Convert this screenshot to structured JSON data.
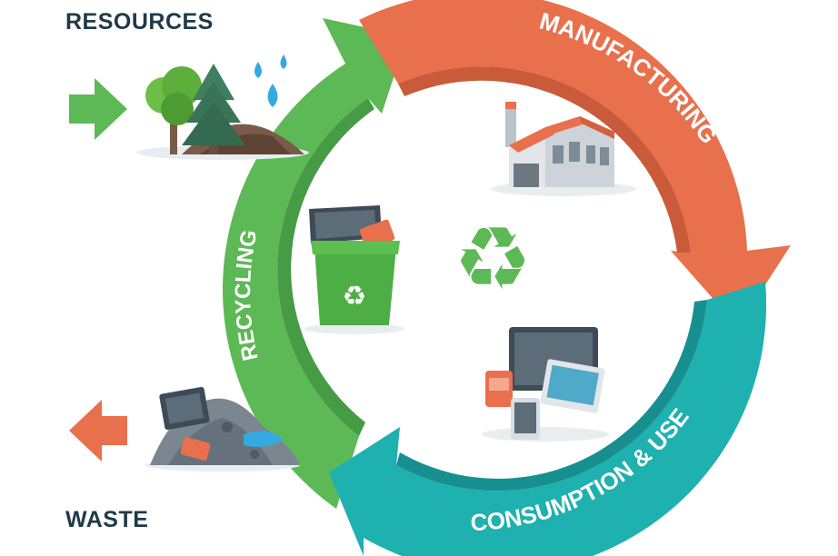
{
  "labels": {
    "resources": "RESOURCES",
    "waste": "WASTE",
    "manufacturing": "MANUFACTURING",
    "consumption": "CONSUMPTION & USE",
    "recycling": "RECYCLING"
  },
  "colors": {
    "manufacturing": "#E8704C",
    "manufacturing_dark": "#C95A3A",
    "consumption": "#1FB0B0",
    "consumption_dark": "#178F90",
    "recycling": "#5DB956",
    "recycling_dark": "#469C44",
    "text_dark": "#1F3A47",
    "white": "#FFFFFF"
  },
  "icons": {
    "resources_arrow": "arrow-right-icon",
    "waste_arrow": "arrow-left-icon",
    "trees": "trees-icon",
    "water_drops": "water-drops-icon",
    "factory": "factory-icon",
    "recycle_bin": "recycle-bin-icon",
    "recycle_symbol": "recycle-symbol-icon",
    "devices": "devices-icon",
    "waste_pile": "waste-pile-icon"
  }
}
